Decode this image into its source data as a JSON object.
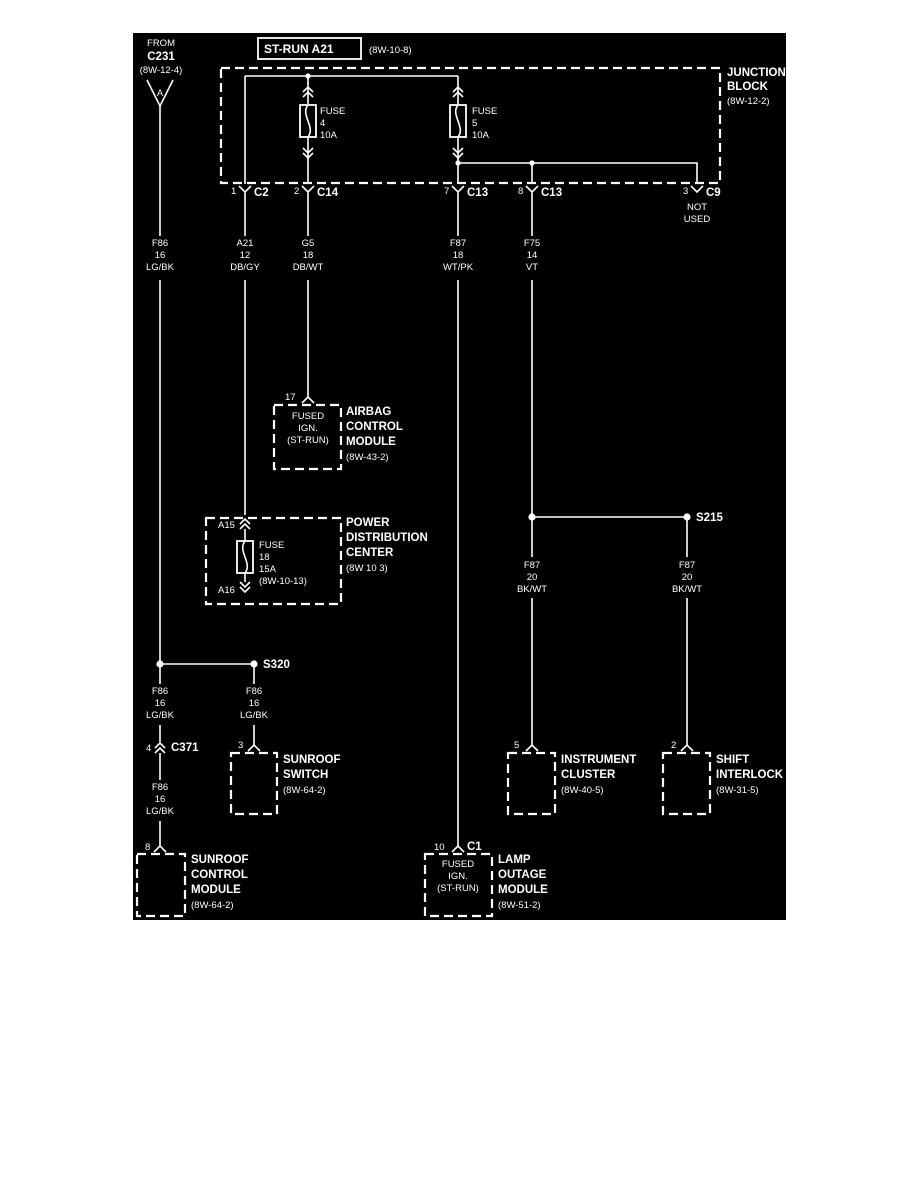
{
  "title_box": "ST-RUN A21",
  "title_ref": "(8W-10-8)",
  "source": {
    "from": "FROM",
    "connector": "C231",
    "ref": "(8W-12-4)",
    "pin": "A"
  },
  "junction_block": {
    "name_line1": "JUNCTION",
    "name_line2": "BLOCK",
    "ref": "(8W-12-2)"
  },
  "fuse4": {
    "label": "FUSE",
    "number": "4",
    "rating": "10A"
  },
  "fuse5": {
    "label": "FUSE",
    "number": "5",
    "rating": "10A"
  },
  "jb_outputs": [
    {
      "pin": "1",
      "connector": "C2"
    },
    {
      "pin": "2",
      "connector": "C14"
    },
    {
      "pin": "7",
      "connector": "C13"
    },
    {
      "pin": "8",
      "connector": "C13"
    },
    {
      "pin": "3",
      "connector": "C9",
      "note_line1": "NOT",
      "note_line2": "USED"
    }
  ],
  "wires": {
    "f86_main": {
      "circuit": "F86",
      "gauge": "16",
      "color": "LG/BK"
    },
    "a21": {
      "circuit": "A21",
      "gauge": "12",
      "color": "DB/GY"
    },
    "g5": {
      "circuit": "G5",
      "gauge": "18",
      "color": "DB/WT"
    },
    "f87": {
      "circuit": "F87",
      "gauge": "18",
      "color": "WT/PK"
    },
    "f75": {
      "circuit": "F75",
      "gauge": "14",
      "color": "VT"
    },
    "f87_cluster": {
      "circuit": "F87",
      "gauge": "20",
      "color": "BK/WT"
    },
    "f87_shift": {
      "circuit": "F87",
      "gauge": "20",
      "color": "BK/WT"
    },
    "f86_a": {
      "circuit": "F86",
      "gauge": "16",
      "color": "LG/BK"
    },
    "f86_b": {
      "circuit": "F86",
      "gauge": "16",
      "color": "LG/BK"
    },
    "f86_c": {
      "circuit": "F86",
      "gauge": "16",
      "color": "LG/BK"
    }
  },
  "airbag_module": {
    "pin": "17",
    "inside_line1": "FUSED",
    "inside_line2": "IGN.",
    "inside_line3": "(ST-RUN)",
    "name_line1": "AIRBAG",
    "name_line2": "CONTROL",
    "name_line3": "MODULE",
    "ref": "(8W-43-2)"
  },
  "pdc": {
    "pin_in": "A15",
    "pin_out": "A16",
    "fuse_label": "FUSE",
    "fuse_number": "18",
    "fuse_rating": "15A",
    "fuse_ref": "(8W-10-13)",
    "name_line1": "POWER",
    "name_line2": "DISTRIBUTION",
    "name_line3": "CENTER",
    "ref": "(8W 10 3)"
  },
  "splices": {
    "s215": "S215",
    "s320": "S320"
  },
  "c371": {
    "pin": "4",
    "connector": "C371"
  },
  "sunroof_switch": {
    "pin": "3",
    "name_line1": "SUNROOF",
    "name_line2": "SWITCH",
    "ref": "(8W-64-2)"
  },
  "sunroof_control": {
    "pin": "8",
    "name_line1": "SUNROOF",
    "name_line2": "CONTROL",
    "name_line3": "MODULE",
    "ref": "(8W-64-2)"
  },
  "lamp_outage": {
    "pin": "10",
    "connector": "C1",
    "inside_line1": "FUSED",
    "inside_line2": "IGN.",
    "inside_line3": "(ST-RUN)",
    "name_line1": "LAMP",
    "name_line2": "OUTAGE",
    "name_line3": "MODULE",
    "ref": "(8W-51-2)"
  },
  "instrument_cluster": {
    "pin": "5",
    "name_line1": "INSTRUMENT",
    "name_line2": "CLUSTER",
    "ref": "(8W-40-5)"
  },
  "shift_interlock": {
    "pin": "2",
    "name_line1": "SHIFT",
    "name_line2": "INTERLOCK",
    "ref": "(8W-31-5)"
  }
}
